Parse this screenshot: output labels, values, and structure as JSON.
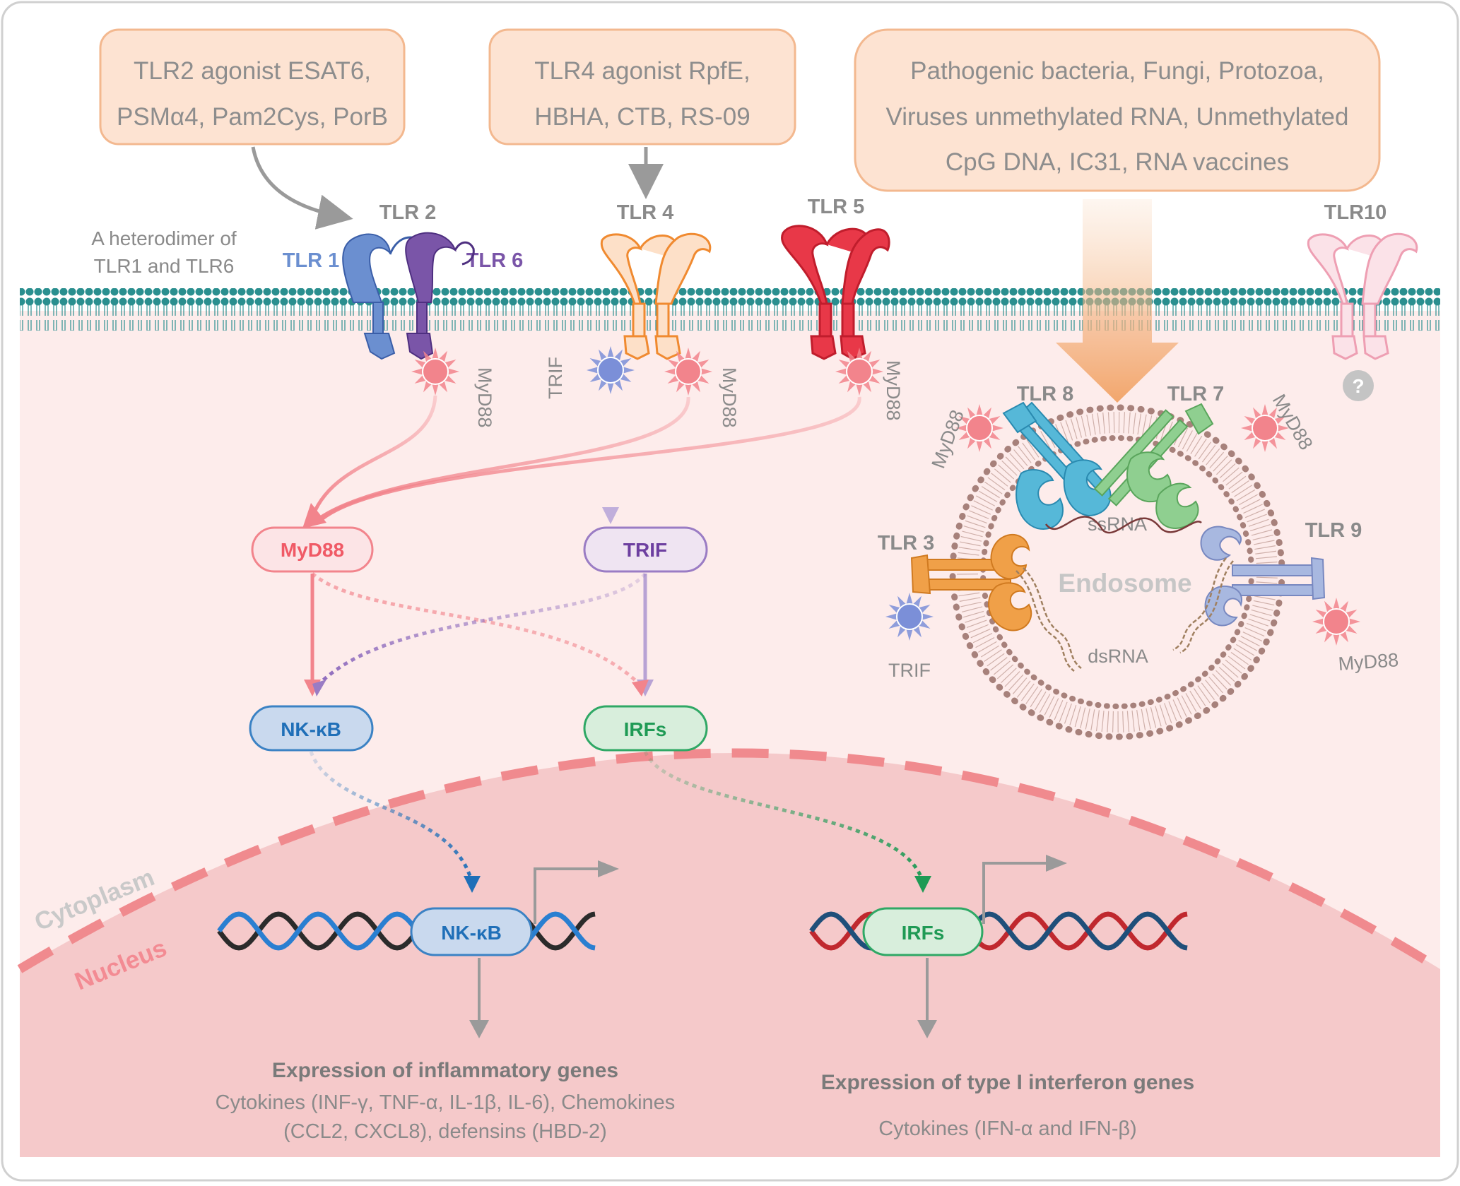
{
  "stimuli": {
    "tlr2": [
      "TLR2 agonist ESAT6,",
      "PSMα4, Pam2Cys, PorB"
    ],
    "tlr4": [
      "TLR4 agonist RpfE,",
      "HBHA, CTB, RS-09"
    ],
    "endosomal": [
      "Pathogenic bacteria, Fungi, Protozoa,",
      "Viruses unmethylated RNA, Unmethylated",
      "CpG DNA, IC31, RNA vaccines"
    ]
  },
  "receptors": {
    "tlr2": "TLR 2",
    "tlr1": "TLR 1",
    "tlr6": "TLR 6",
    "heterodimer_note": [
      "A heterodimer of",
      "TLR1 and TLR6"
    ],
    "tlr4": "TLR 4",
    "tlr5": "TLR 5",
    "tlr10": "TLR10",
    "tlr10_unknown": "?",
    "tlr8": "TLR 8",
    "tlr7": "TLR 7",
    "tlr3": "TLR 3",
    "tlr9": "TLR 9"
  },
  "adaptors": {
    "myd88": "MyD88",
    "trif": "TRIF"
  },
  "endosome": {
    "title": "Endosome",
    "ssrna": "ssRNA",
    "dsrna": "dsRNA"
  },
  "nodes": {
    "myd88": "MyD88",
    "trif": "TRIF",
    "nfkb": "NK-κB",
    "irfs": "IRFs"
  },
  "compartments": {
    "cytoplasm": "Cytoplasm",
    "nucleus": "Nucleus"
  },
  "outputs": {
    "inflammatory_title": "Expression of inflammatory genes",
    "inflammatory_lines": [
      "Cytokines (INF-γ, TNF-α, IL-1β, IL-6), Chemokines",
      "(CCL2, CXCL8), defensins (HBD-2)"
    ],
    "interferon_title": "Expression of type I interferon genes",
    "interferon_lines": [
      "Cytokines (IFN-α and IFN-β)"
    ]
  },
  "colors": {
    "myd88": "#f2848c",
    "trif": "#7b8fd8",
    "tlr1": "#6b8fd0",
    "tlr6": "#7a55a8",
    "tlr4": "#f0a258",
    "tlr5": "#e83848",
    "tlr10": "#f2c0cc",
    "tlr8": "#56b8d8",
    "tlr7": "#8fcf90",
    "tlr3": "#f0a048",
    "tlr9": "#a8b8e0",
    "nfkb": "#1f6fb8",
    "irfs": "#1f9a55",
    "membrane": "#2a8f8f",
    "cytoplasm_bg": "#fdeceb",
    "nucleus_bg": "#f5c9ca"
  }
}
